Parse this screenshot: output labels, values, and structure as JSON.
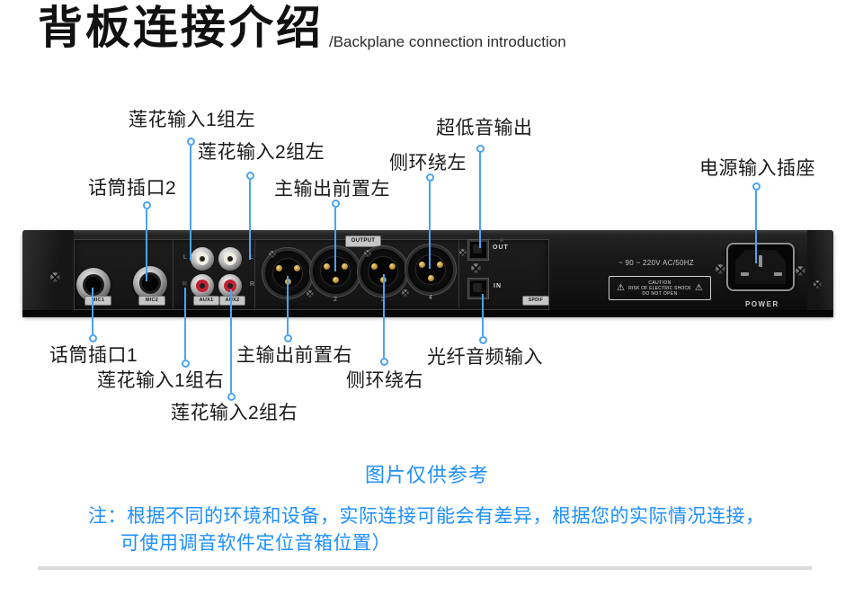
{
  "header": {
    "title_cn": "背板连接介绍",
    "title_en": "/Backplane connection introduction"
  },
  "callouts_top": [
    {
      "id": "rca-input-1-left",
      "label": "莲花输入1组左"
    },
    {
      "id": "rca-input-2-left",
      "label": "莲花输入2组左"
    },
    {
      "id": "mic-jack-2",
      "label": "话筒插口2"
    },
    {
      "id": "main-output-front-left",
      "label": "主输出前置左"
    },
    {
      "id": "side-surround-left",
      "label": "侧环绕左"
    },
    {
      "id": "subwoofer-output",
      "label": "超低音输出"
    },
    {
      "id": "power-input-socket",
      "label": "电源输入插座"
    }
  ],
  "callouts_bottom": [
    {
      "id": "mic-jack-1",
      "label": "话筒插口1"
    },
    {
      "id": "rca-input-1-right",
      "label": "莲花输入1组右"
    },
    {
      "id": "rca-input-2-right",
      "label": "莲花输入2组右"
    },
    {
      "id": "main-output-front-right",
      "label": "主输出前置右"
    },
    {
      "id": "side-surround-right",
      "label": "侧环绕右"
    },
    {
      "id": "optical-audio-input",
      "label": "光纤音频输入"
    }
  ],
  "panel": {
    "mic1_label": "MIC1",
    "mic2_label": "MIC2",
    "aux1_label": "AUX1",
    "aux2_label": "AUX2",
    "l_marker": "L",
    "r_marker": "R",
    "output_label": "OUTPUT",
    "xlr_numbers": [
      "1",
      "2",
      "3",
      "4"
    ],
    "optical_out_label": "OUT",
    "optical_in_label": "IN",
    "spdif_label": "SPDIF",
    "voltage_rating": "~ 90 ~ 220V AC/50HZ",
    "caution_lines": [
      "CAUTION",
      "RISK OF ELECTRIC SHOCK",
      "DO NOT OPEN"
    ],
    "warning_symbol": "⚠",
    "power_label": "POWER"
  },
  "footer": {
    "reference_note": "图片仅供参考",
    "usage_note_line1": "注：根据不同的环境和设备，实际连接可能会有差异，根据您的实际情况连接，",
    "usage_note_line2": "可使用调音软件定位音箱位置）"
  },
  "colors": {
    "callout_blue": "#4aa3f5",
    "note_blue": "#1e8ffe",
    "label_black": "#1a1a1a"
  }
}
